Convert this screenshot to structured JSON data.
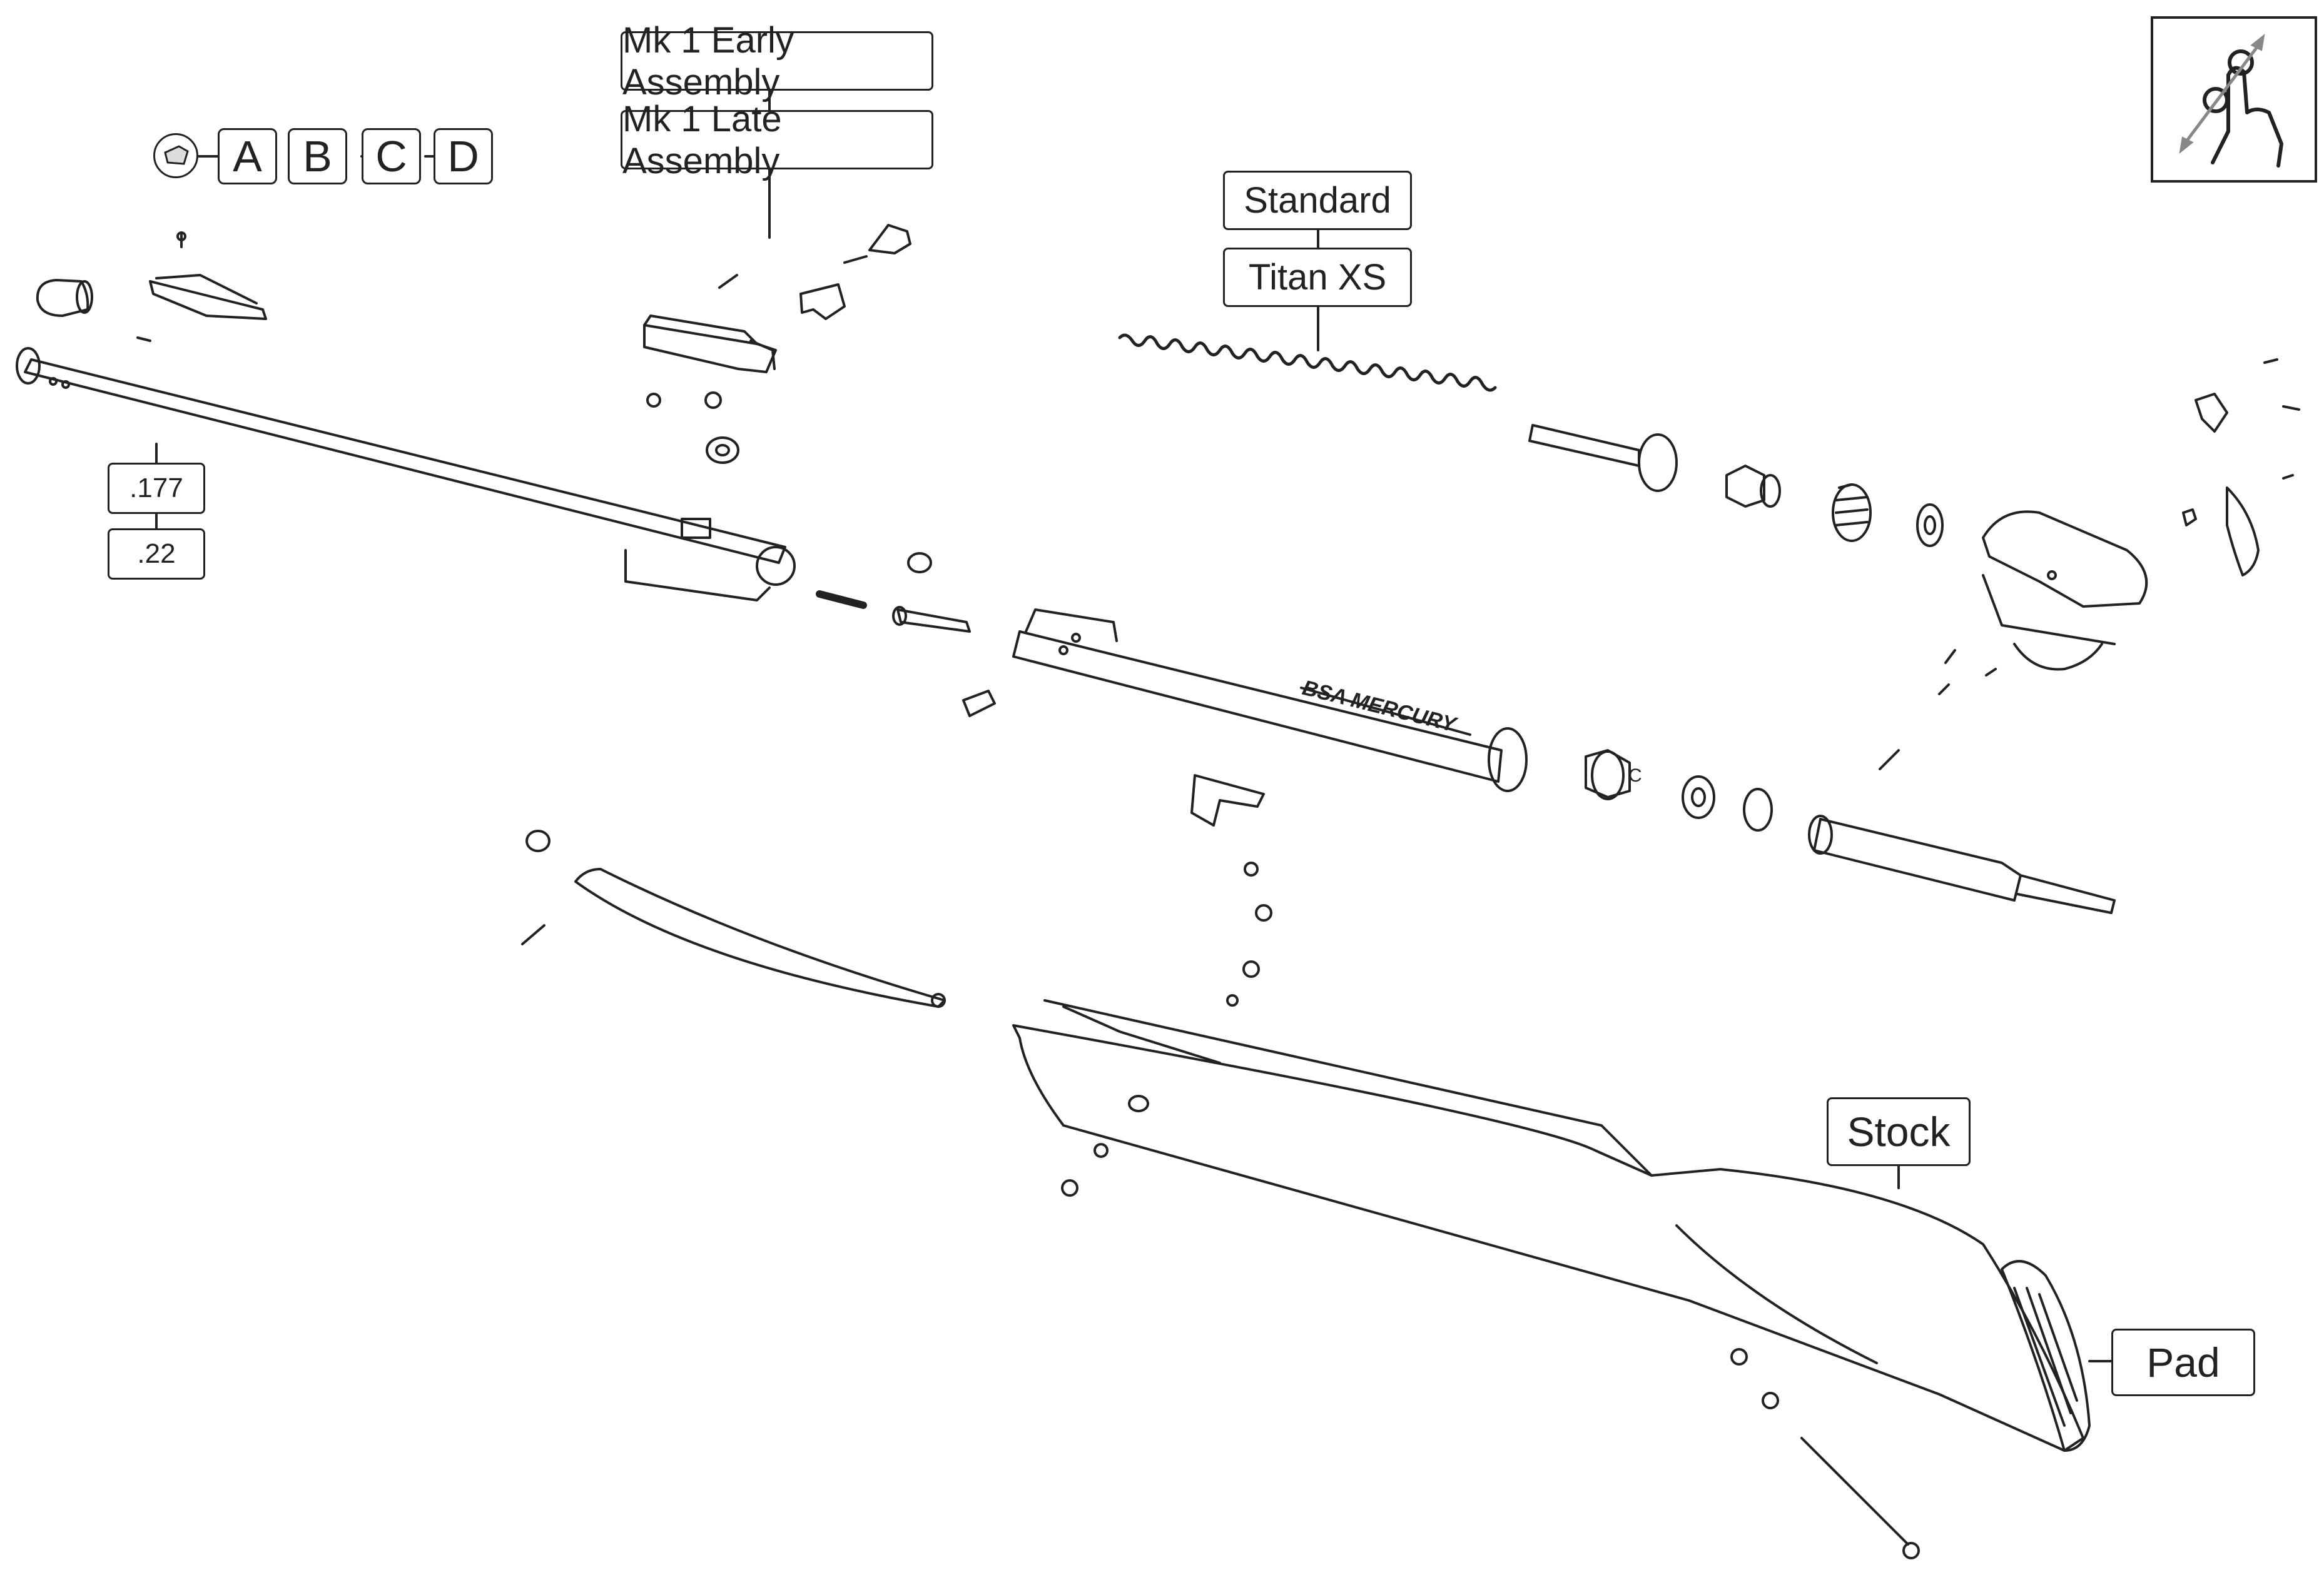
{
  "variant_selector": {
    "items": [
      {
        "label": "A"
      },
      {
        "label": "B"
      },
      {
        "label": "C"
      },
      {
        "label": "D"
      }
    ]
  },
  "barrel_options": [
    {
      "label": ".177"
    },
    {
      "label": ".22"
    }
  ],
  "breech_options": [
    {
      "label": "Mk 1 Early Assembly"
    },
    {
      "label": "Mk 1 Late Assembly"
    }
  ],
  "spring_options": [
    {
      "label": "Standard"
    },
    {
      "label": "Titan XS"
    }
  ],
  "stock_label": "Stock",
  "pad_label": "Pad",
  "cylinder_marking": "BSA MERCURY",
  "seal_marking": "C",
  "icons": {
    "logo": "bsa-logo-icon",
    "gesture": "pinch-zoom-gesture-icon"
  },
  "colors": {
    "line": "#222222",
    "background": "#ffffff"
  }
}
